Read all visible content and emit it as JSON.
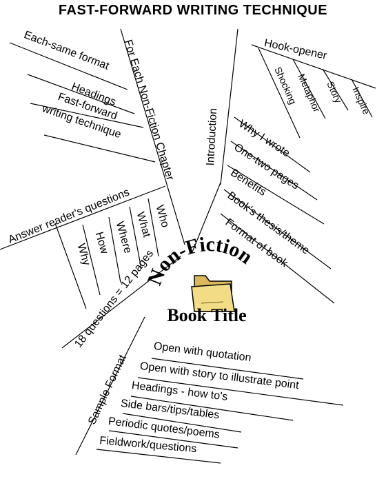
{
  "title": "FAST-FORWARD WRITING TECHNIQUE",
  "center": {
    "top_text": "Non-Fiction",
    "bottom_text": "Book Title",
    "icon": "folder-icon"
  },
  "left_branch": {
    "spine": "For Each Non-Fiction Chapter",
    "items": [
      "Each-same format",
      "Headings",
      "Fast-forward",
      "writing technique"
    ]
  },
  "questions": {
    "label": "Answer reader's questions",
    "items": [
      "Who",
      "What",
      "Where",
      "How",
      "Why"
    ],
    "note": "18 questions = 12 pages"
  },
  "introduction": {
    "spine": "Introduction",
    "hook": "Hook-opener",
    "hook_items": [
      "Shocking",
      "Metaphor",
      "Story",
      "Inspire"
    ],
    "items": [
      "Why I wrote",
      "One-two pages",
      "Benefits",
      "Book's thesis/theme",
      "Format of book"
    ]
  },
  "sample_format": {
    "spine": "Sample Format",
    "items": [
      "Open with quotation",
      "Open with story to illustrate point",
      "Headings - how to's",
      "Side bars/tips/tables",
      "Periodic quotes/poems",
      "Fieldwork/questions"
    ]
  }
}
